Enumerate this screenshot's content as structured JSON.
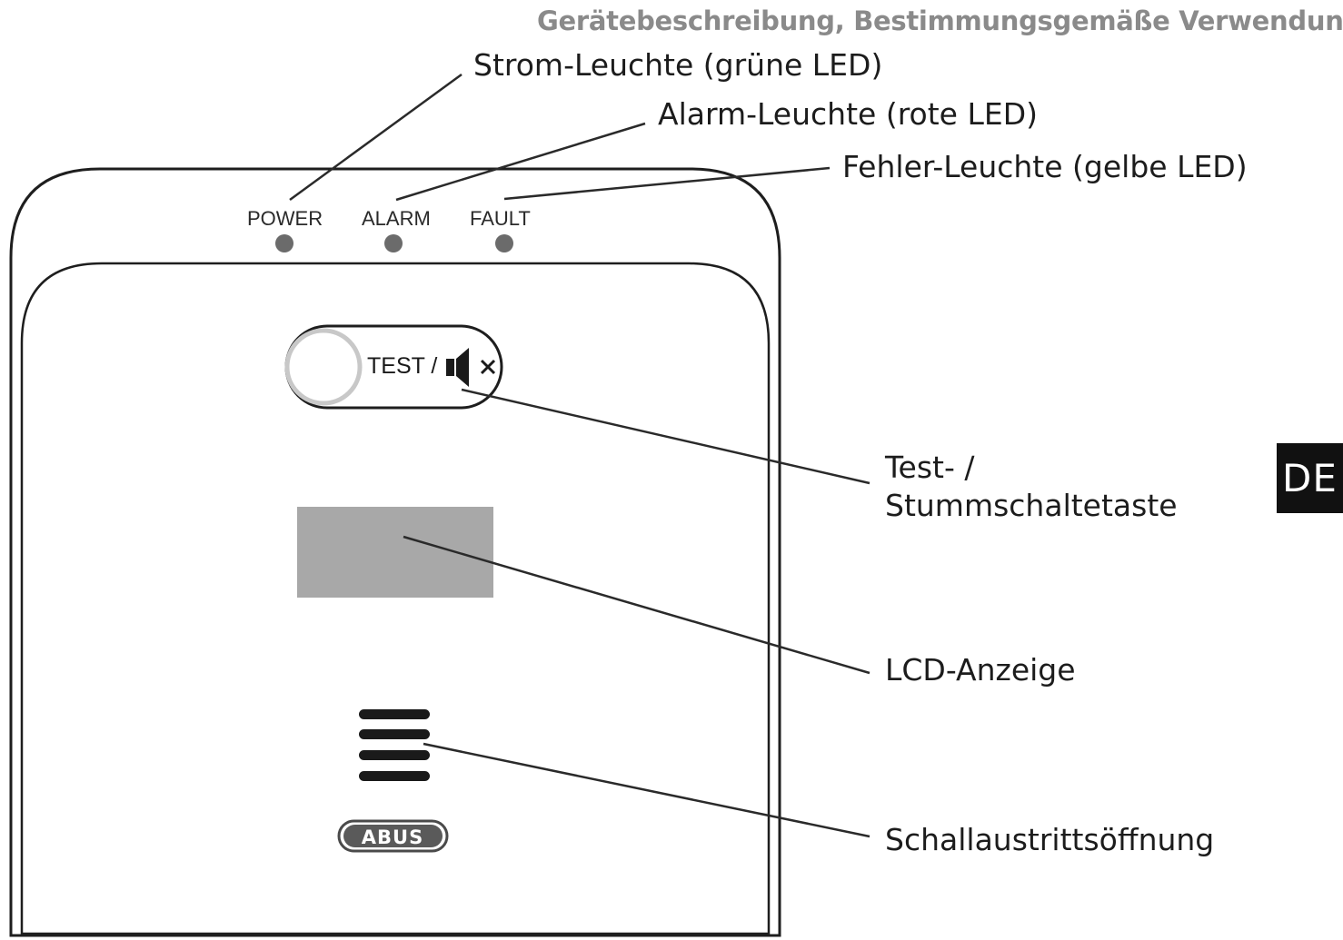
{
  "header": {
    "section_title": "Gerätebeschreibung, Bestimmungsgemäße Verwendung"
  },
  "device": {
    "led_labels": {
      "power": "POWER",
      "alarm": "ALARM",
      "fault": "FAULT"
    },
    "button_label": "TEST /",
    "brand": "ABUS"
  },
  "callouts": {
    "power_led": "Strom-Leuchte (grüne LED)",
    "alarm_led": "Alarm-Leuchte (rote LED)",
    "fault_led": "Fehler-Leuchte (gelbe LED)",
    "test_button_line1": "Test- /",
    "test_button_line2": "Stummschaltetaste",
    "lcd": "LCD-Anzeige",
    "sound_outlet": "Schallaustrittsöffnung"
  },
  "language_tab": {
    "label": "DE"
  },
  "colors": {
    "outline": "#1e1e1e",
    "led": "#6b6b6b",
    "lcd": "#a8a8a8",
    "tab_background": "#111111",
    "title_gray": "#8a8a8a"
  },
  "icons": {
    "mute": "speaker-mute-icon"
  }
}
